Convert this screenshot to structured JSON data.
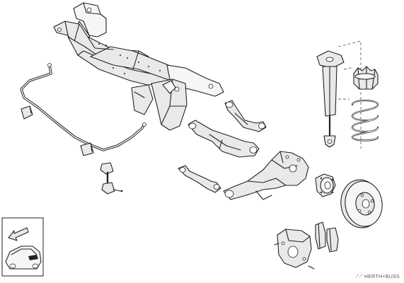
{
  "diagram": {
    "brand": {
      "mark_icon": "herth-buss-logo-icon",
      "text": "HERTH+BUSS"
    },
    "parts": [
      "rear-subframe",
      "stabilizer-bar",
      "stabilizer-bushing-left",
      "stabilizer-bushing-right",
      "stabilizer-link",
      "upper-control-arm",
      "lower-control-arm",
      "toe-link",
      "trailing-arm-knuckle",
      "wheel-hub",
      "brake-disc",
      "brake-caliper",
      "brake-pads",
      "shock-absorber",
      "bump-stop",
      "coil-spring",
      "locator-car-icon"
    ]
  }
}
